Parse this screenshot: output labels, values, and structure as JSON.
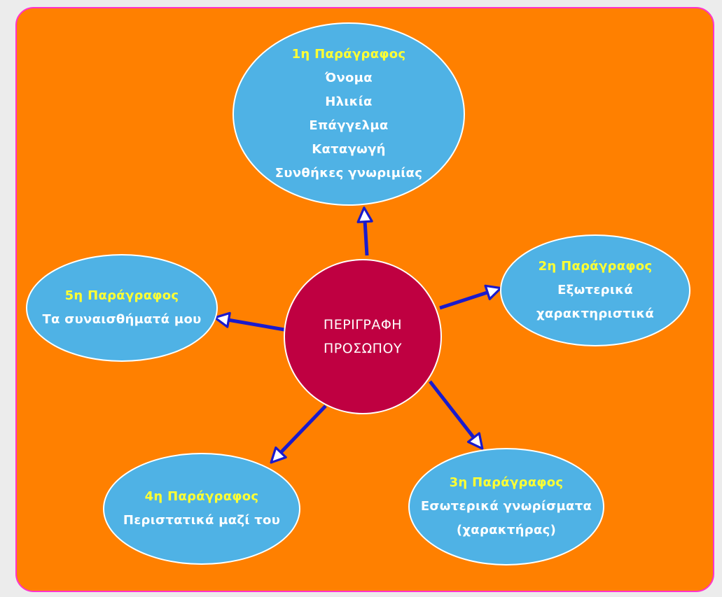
{
  "diagram": {
    "center": {
      "line1": "ΠΕΡΙΓΡΑΦΗ",
      "line2": "ΠΡΟΣΩΠΟΥ"
    },
    "nodes": [
      {
        "heading": "1η Παράγραφος",
        "lines": [
          "Όνομα",
          "Ηλικία",
          "Επάγγελμα",
          "Καταγωγή",
          "Συνθήκες γνωριμίας"
        ]
      },
      {
        "heading": "2η Παράγραφος",
        "lines": [
          "Εξωτερικά",
          "χαρακτηριστικά"
        ]
      },
      {
        "heading": "3η Παράγραφος",
        "lines": [
          "Εσωτερικά γνωρίσματα",
          "(χαρακτήρας)"
        ]
      },
      {
        "heading": "4η Παράγραφος",
        "lines": [
          "Περιστατικά μαζί του"
        ]
      },
      {
        "heading": "5η Παράγραφος",
        "lines": [
          "Τα συναισθήματά μου"
        ]
      }
    ],
    "colors": {
      "background": "#ff8000",
      "border": "#ff33cc",
      "node_fill": "#4fb2e5",
      "center_fill": "#bf0041",
      "heading_text": "#ffff33",
      "body_text": "#ffffff",
      "arrow": "#1a1acc"
    }
  }
}
